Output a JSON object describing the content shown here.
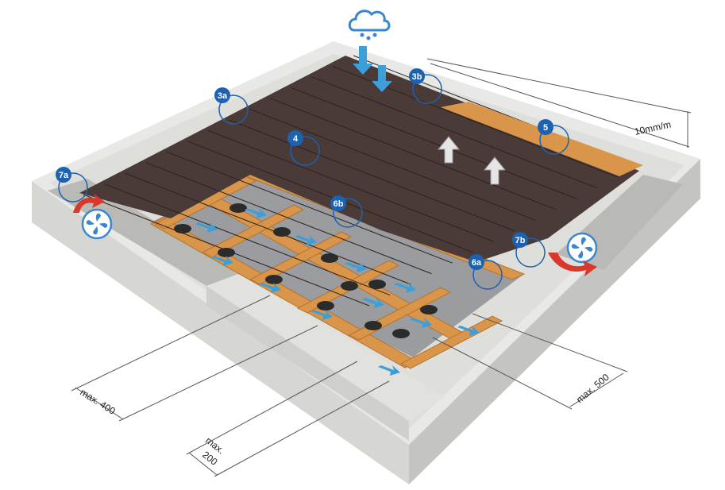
{
  "colors": {
    "concrete": "#e8e8e6",
    "concrete_shade": "#cfcfcc",
    "concrete_dark": "#bdbdba",
    "gravel": "#b9b9b6",
    "deck": "#4a3b38",
    "deck_line": "#2d2321",
    "timber": "#d9954a",
    "timber_dark": "#b67330",
    "membrane": "#9a9c9f",
    "marker": "#1c62b0",
    "arrow_blue": "#3d9fd8",
    "arrow_red": "#d8392b",
    "fan": "#3a86cf",
    "dim_line": "#555555"
  },
  "icons": {
    "rain": "rain-cloud-icon",
    "fan": "fan-icon",
    "warm_air": "warm-air-arrow-icon",
    "airflow": "airflow-arrow-icon"
  },
  "markers": [
    {
      "id": "3a",
      "label": "3a"
    },
    {
      "id": "3b",
      "label": "3b"
    },
    {
      "id": "4",
      "label": "4"
    },
    {
      "id": "5",
      "label": "5"
    },
    {
      "id": "6a",
      "label": "6a"
    },
    {
      "id": "6b",
      "label": "6b"
    },
    {
      "id": "7a",
      "label": "7a"
    },
    {
      "id": "7b",
      "label": "7b"
    }
  ],
  "dimensions": {
    "slope": "10mm/m",
    "max_400": "max. 400",
    "max_200_line1": "max.",
    "max_200_line2": "200",
    "max_500": "max. 500"
  }
}
